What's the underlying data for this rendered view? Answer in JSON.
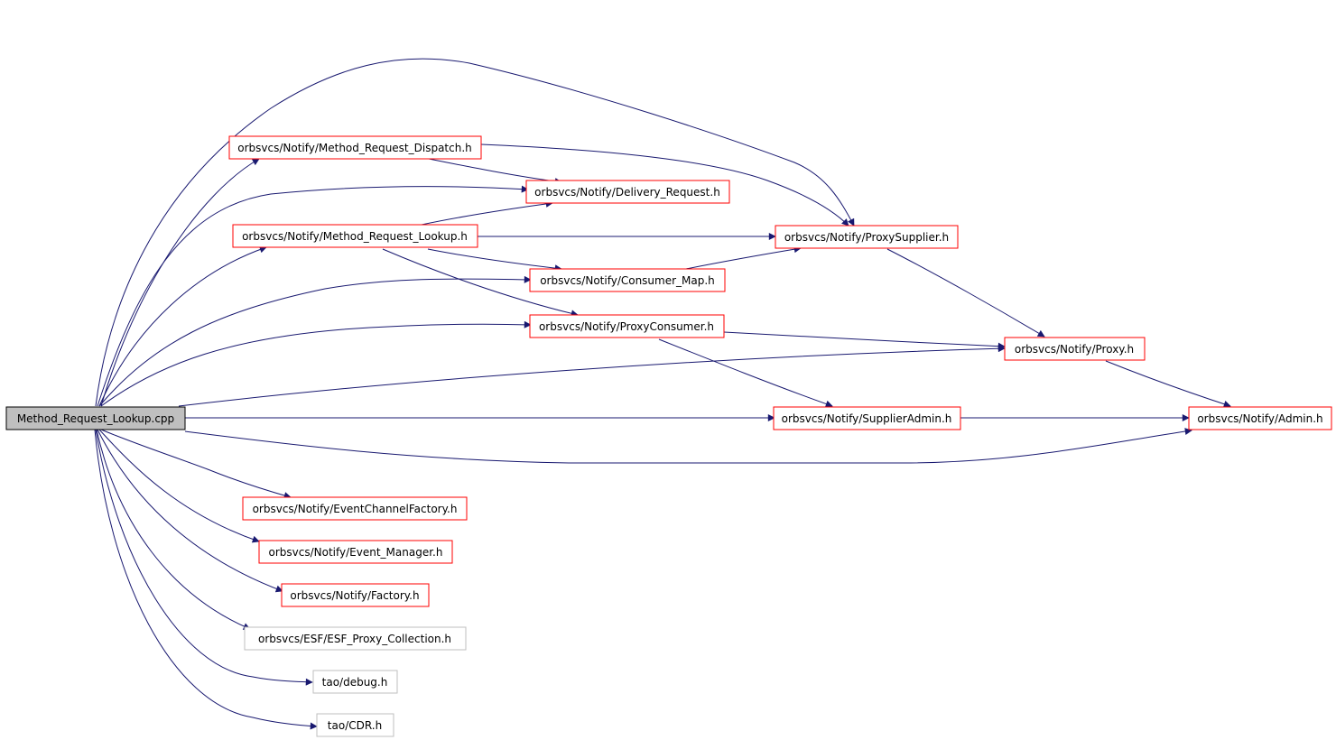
{
  "colors": {
    "edge": "#191970",
    "root_fill": "#bfbfbf",
    "root_border": "#000000",
    "documented_border": "#ff0000",
    "undocumented_border": "#bfbfbf",
    "node_fill": "#ffffff"
  },
  "nodes": {
    "root": {
      "label": "Method_Request_Lookup.cpp",
      "kind": "root"
    },
    "method_request_dispatch": {
      "label": "orbsvcs/Notify/Method_Request_Dispatch.h",
      "kind": "documented"
    },
    "delivery_request": {
      "label": "orbsvcs/Notify/Delivery_Request.h",
      "kind": "documented"
    },
    "method_request_lookup": {
      "label": "orbsvcs/Notify/Method_Request_Lookup.h",
      "kind": "documented"
    },
    "proxy_supplier": {
      "label": "orbsvcs/Notify/ProxySupplier.h",
      "kind": "documented"
    },
    "consumer_map": {
      "label": "orbsvcs/Notify/Consumer_Map.h",
      "kind": "documented"
    },
    "proxy_consumer": {
      "label": "orbsvcs/Notify/ProxyConsumer.h",
      "kind": "documented"
    },
    "proxy": {
      "label": "orbsvcs/Notify/Proxy.h",
      "kind": "documented"
    },
    "supplier_admin": {
      "label": "orbsvcs/Notify/SupplierAdmin.h",
      "kind": "documented"
    },
    "admin": {
      "label": "orbsvcs/Notify/Admin.h",
      "kind": "documented"
    },
    "event_channel_factory": {
      "label": "orbsvcs/Notify/EventChannelFactory.h",
      "kind": "documented"
    },
    "event_manager": {
      "label": "orbsvcs/Notify/Event_Manager.h",
      "kind": "documented"
    },
    "factory": {
      "label": "orbsvcs/Notify/Factory.h",
      "kind": "documented"
    },
    "esf_proxy_collection": {
      "label": "orbsvcs/ESF/ESF_Proxy_Collection.h",
      "kind": "undocumented"
    },
    "tao_debug": {
      "label": "tao/debug.h",
      "kind": "undocumented"
    },
    "tao_cdr": {
      "label": "tao/CDR.h",
      "kind": "undocumented"
    }
  },
  "edges": [
    {
      "from": "root",
      "to": "method_request_dispatch"
    },
    {
      "from": "root",
      "to": "delivery_request"
    },
    {
      "from": "root",
      "to": "method_request_lookup"
    },
    {
      "from": "root",
      "to": "proxy_supplier"
    },
    {
      "from": "root",
      "to": "consumer_map"
    },
    {
      "from": "root",
      "to": "proxy_consumer"
    },
    {
      "from": "root",
      "to": "proxy"
    },
    {
      "from": "root",
      "to": "supplier_admin"
    },
    {
      "from": "root",
      "to": "admin"
    },
    {
      "from": "root",
      "to": "event_channel_factory"
    },
    {
      "from": "root",
      "to": "event_manager"
    },
    {
      "from": "root",
      "to": "factory"
    },
    {
      "from": "root",
      "to": "esf_proxy_collection"
    },
    {
      "from": "root",
      "to": "tao_debug"
    },
    {
      "from": "root",
      "to": "tao_cdr"
    },
    {
      "from": "method_request_dispatch",
      "to": "delivery_request"
    },
    {
      "from": "method_request_dispatch",
      "to": "proxy_supplier"
    },
    {
      "from": "method_request_lookup",
      "to": "delivery_request"
    },
    {
      "from": "method_request_lookup",
      "to": "proxy_supplier"
    },
    {
      "from": "method_request_lookup",
      "to": "consumer_map"
    },
    {
      "from": "method_request_lookup",
      "to": "proxy_consumer"
    },
    {
      "from": "consumer_map",
      "to": "proxy_supplier"
    },
    {
      "from": "proxy_supplier",
      "to": "proxy"
    },
    {
      "from": "proxy_consumer",
      "to": "proxy"
    },
    {
      "from": "proxy_consumer",
      "to": "supplier_admin"
    },
    {
      "from": "proxy",
      "to": "admin"
    },
    {
      "from": "supplier_admin",
      "to": "admin"
    }
  ]
}
